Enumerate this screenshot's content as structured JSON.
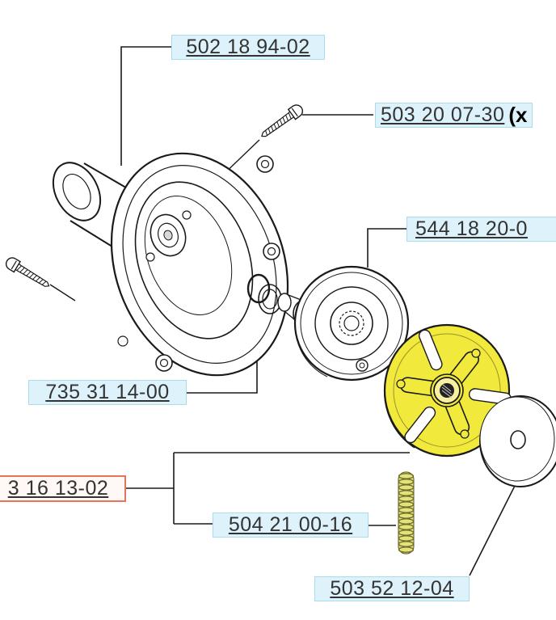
{
  "page": {
    "background": "#ffffff"
  },
  "colors": {
    "label_bg": "#ddf2fa",
    "label_border": "#aadcee",
    "label_text": "#333333",
    "kit_label_border": "#e4745c",
    "kit_label_bg": "#fff8f4",
    "line": "#1a1a1a",
    "part_yellow": "#f1e93c",
    "spring_fill": "#e6e27a",
    "spring_line": "#6f6f2e"
  },
  "labels": {
    "housing": {
      "part_number": "502 18 94-02"
    },
    "screw": {
      "part_number": "503 20 07-30",
      "qty_suffix": "(x"
    },
    "drum": {
      "part_number": "544 18 20-0"
    },
    "retainer": {
      "part_number": "735 31 14-00"
    },
    "clutch_kit": {
      "part_number": "3 16 13-02"
    },
    "spring": {
      "part_number": "504 21 00-16"
    },
    "washer": {
      "part_number": "503 52 12-04"
    }
  }
}
